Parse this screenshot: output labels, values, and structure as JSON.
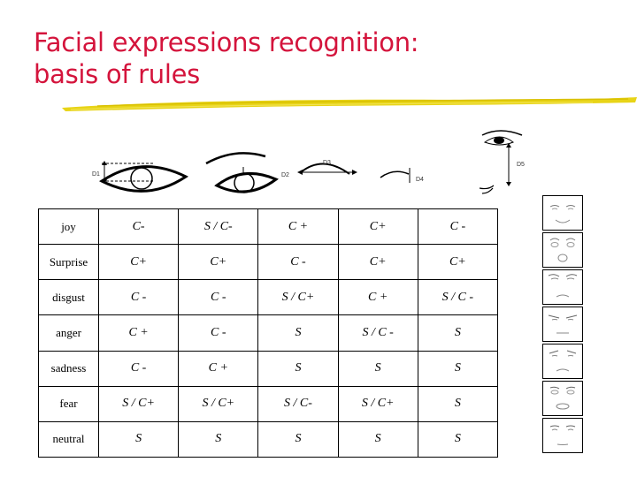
{
  "title": {
    "line1": "Facial expressions recognition:",
    "line2": "basis of rules",
    "color": "#d4143c"
  },
  "accent_color": "#e8d417",
  "diagram": {
    "labels": {
      "d1": "D1",
      "d2": "D2",
      "d3": "D3",
      "d4": "D4",
      "d5": "D5"
    }
  },
  "table": {
    "rows": [
      {
        "emotion": "joy",
        "values": [
          "C-",
          "S / C-",
          "C +",
          "C+",
          "C -"
        ]
      },
      {
        "emotion": "Surprise",
        "values": [
          "C+",
          "C+",
          "C -",
          "C+",
          "C+"
        ]
      },
      {
        "emotion": "disgust",
        "values": [
          "C -",
          "C -",
          "S / C+",
          "C +",
          "S / C -"
        ]
      },
      {
        "emotion": "anger",
        "values": [
          "C +",
          "C -",
          "S",
          "S / C -",
          "S"
        ]
      },
      {
        "emotion": "sadness",
        "values": [
          "C -",
          "C +",
          "S",
          "S",
          "S"
        ]
      },
      {
        "emotion": "fear",
        "values": [
          "S / C+",
          "S / C+",
          "S / C-",
          "S / C+",
          "S"
        ]
      },
      {
        "emotion": "neutral",
        "values": [
          "S",
          "S",
          "S",
          "S",
          "S"
        ]
      }
    ]
  },
  "faces": [
    "joy-face-icon",
    "surprise-face-icon",
    "disgust-face-icon",
    "anger-face-icon",
    "sadness-face-icon",
    "fear-face-icon",
    "neutral-face-icon"
  ]
}
